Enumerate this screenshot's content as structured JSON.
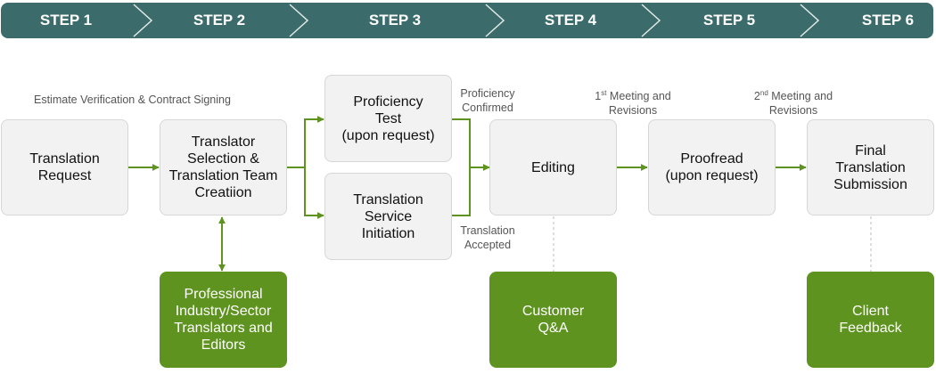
{
  "colors": {
    "step_bar": "#3b6b6b",
    "step_separator": "#ffffff",
    "arrow": "#5e9320",
    "dashed": "#bdbdbd",
    "green_box": "#5e9320",
    "gray_box": "#f2f2f2"
  },
  "steps": [
    "STEP 1",
    "STEP 2",
    "STEP 3",
    "STEP 4",
    "STEP 5",
    "STEP 6"
  ],
  "boxes": {
    "translation_request": "Translation\nRequest",
    "translator_selection": "Translator\nSelection &\nTranslation Team\nCreatiion",
    "proficiency_test": "Proficiency\nTest\n(upon request)",
    "service_initiation": "Translation\nService\nInitiation",
    "editing": "Editing",
    "proofread": "Proofread\n(upon request)",
    "final_submission": "Final\nTranslation\nSubmission",
    "professional_translators": "Professional\nIndustry/Sector\nTranslators and\nEditors",
    "customer_qa": "Customer\nQ&A",
    "client_feedback": "Client\nFeedback"
  },
  "notes": {
    "estimate": "Estimate Verification & Contract Signing",
    "proficiency_confirmed": "Proficiency\nConfirmed",
    "translation_accepted": "Translation\nAccepted",
    "meeting1_num": "1",
    "meeting1_sup": "st",
    "meeting1_text": " Meeting and",
    "meeting2_num": "2",
    "meeting2_sup": "nd",
    "meeting2_text": " Meeting and",
    "revisions": "Revisions"
  }
}
